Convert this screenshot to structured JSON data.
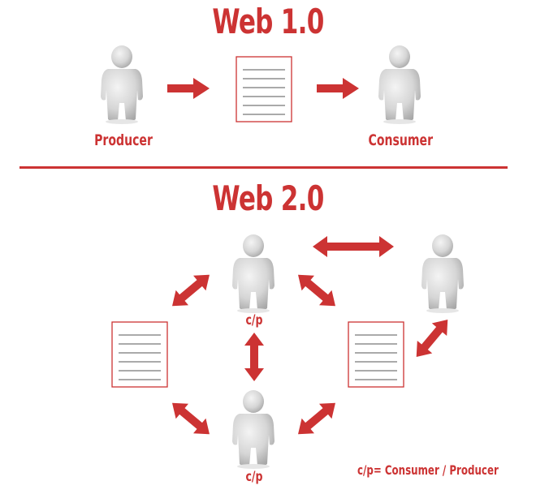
{
  "colors": {
    "accent": "#cc3333",
    "figure": "#d9d9d9",
    "figure_shade": "#b3b3b3"
  },
  "web1": {
    "title": "Web 1.0",
    "producer_label": "Producer",
    "consumer_label": "Consumer"
  },
  "web2": {
    "title": "Web 2.0",
    "cp_label_top": "c/p",
    "cp_label_bottom": "c/p"
  },
  "legend": {
    "text": "c/p= Consumer / Producer"
  },
  "icons": {
    "person": "person-figure-icon",
    "document": "document-icon",
    "arrow": "arrow-icon",
    "double_arrow": "double-arrow-icon"
  }
}
